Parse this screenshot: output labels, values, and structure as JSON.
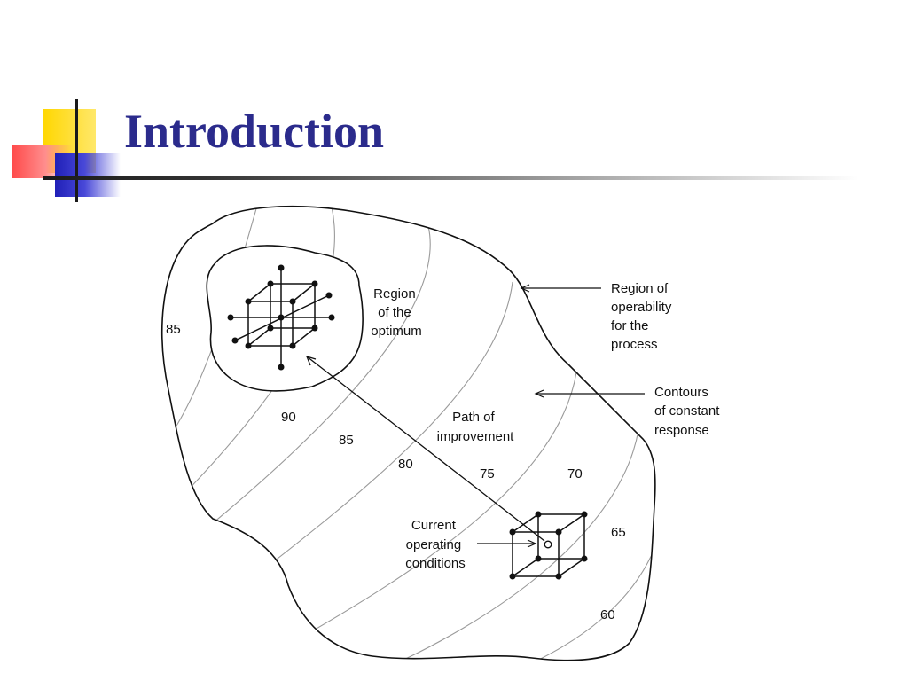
{
  "slide": {
    "title": "Introduction"
  },
  "diagram": {
    "optimum_label": [
      "Region",
      "of the",
      "optimum"
    ],
    "operability_label": [
      "Region of",
      "operability",
      "for the",
      "process"
    ],
    "contours_label": [
      "Contours",
      "of constant",
      "response"
    ],
    "path_label": [
      "Path of",
      "improvement"
    ],
    "current_label": [
      "Current",
      "operating",
      "conditions"
    ],
    "contour_values": {
      "c85_left": "85",
      "c90": "90",
      "c85": "85",
      "c80": "80",
      "c75": "75",
      "c70": "70",
      "c65": "65",
      "c60": "60"
    }
  }
}
